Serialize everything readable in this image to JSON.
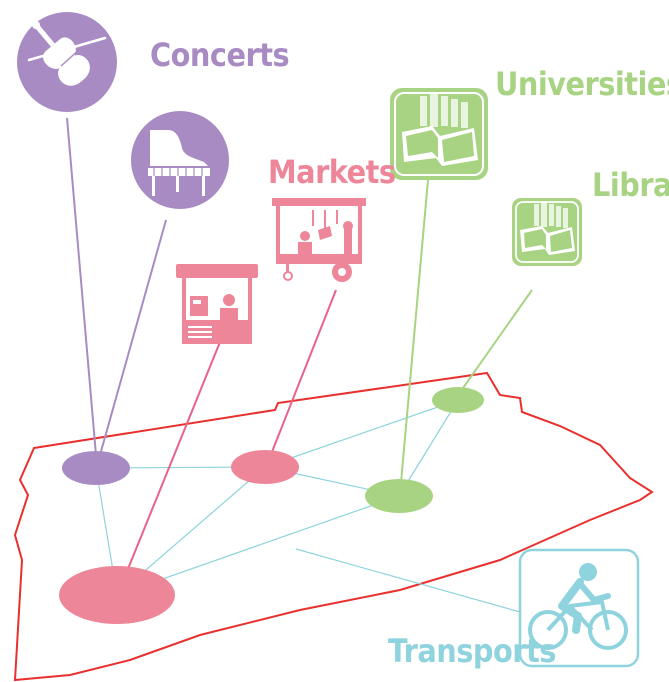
{
  "labels": {
    "concerts": "Concerts",
    "markets": "Markets",
    "universities": "Universities",
    "library": "Library",
    "transports": "Transports"
  },
  "colors": {
    "concerts": "#a98bc4",
    "markets": "#ee8699",
    "markets_line": "#e8628a",
    "universities": "#a8d383",
    "transports": "#8ed3dd",
    "boundary": "#e8302e",
    "network": "#8ed3dd"
  },
  "icons": {
    "violin": "violin-icon",
    "piano": "grand-piano-icon",
    "market_stall": "market-stall-icon",
    "food_cart": "food-cart-icon",
    "books_large": "open-book-icon",
    "books_small": "open-book-icon",
    "bicycle": "bicycle-icon"
  }
}
